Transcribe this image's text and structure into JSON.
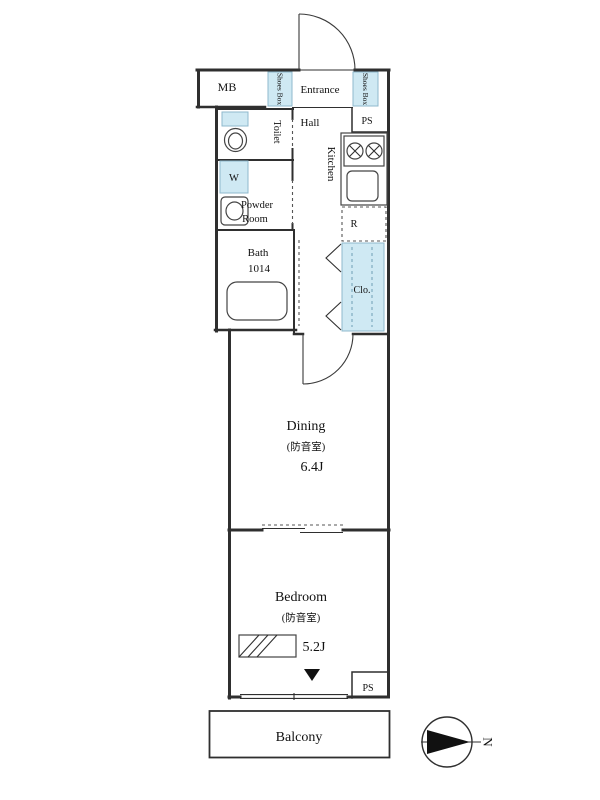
{
  "plan": {
    "meter_box": "MB",
    "entrance": "Entrance",
    "shoes_box_left": "Shoes Box",
    "shoes_box_right": "Shoes Box",
    "hall": "Hall",
    "pipe_space_top": "PS",
    "toilet": "Toilet",
    "kitchen": "Kitchen",
    "washing_machine": "W",
    "powder_room_line1": "Powder",
    "powder_room_line2": "Room",
    "bath_line1": "Bath",
    "bath_line2": "1014",
    "refrigerator": "R",
    "closet": "Clo.",
    "dining": {
      "name": "Dining",
      "note": "(防音室)",
      "size": "6.4J"
    },
    "bedroom": {
      "name": "Bedroom",
      "note": "(防音室)",
      "size": "5.2J"
    },
    "pipe_space_bottom": "PS",
    "balcony": "Balcony",
    "compass_north": "N"
  },
  "colors": {
    "wall": "#2f2f2f",
    "accent_blue": "#cfe9f3",
    "accent_stroke": "#8fb9cc",
    "text": "#111111"
  }
}
